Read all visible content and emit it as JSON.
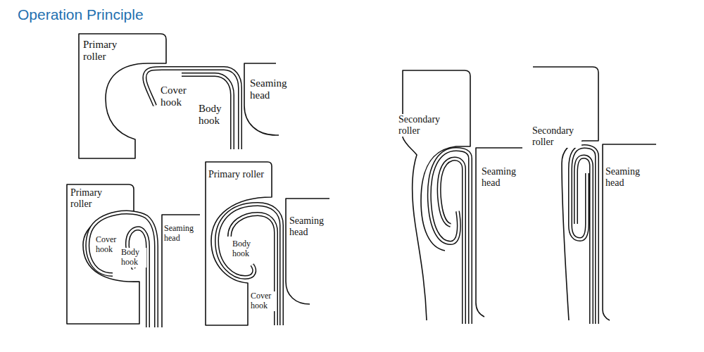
{
  "diagram": {
    "title": "Operation Principle",
    "labels": [
      "Primary roller",
      "Cover hook",
      "Body hook",
      "Seaming head",
      "Primary roller",
      "Cover hook",
      "Body hook",
      "Seaming head",
      "Primary roller",
      "Body hook",
      "Seaming head",
      "Cover hook",
      "Secondary roller",
      "Seaming head",
      "Secondary roller",
      "Seaming head"
    ]
  }
}
